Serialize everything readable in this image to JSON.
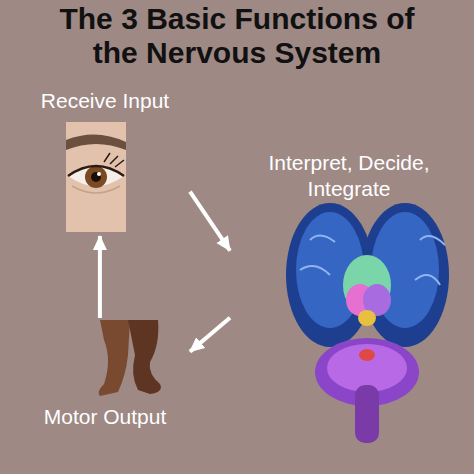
{
  "diagram": {
    "title": "The 3 Basic Functions of the Nervous System",
    "nodes": [
      {
        "text": [
          "Receive Input"
        ]
      },
      {
        "text": [
          "Interpret, Decide, Integrate"
        ]
      },
      {
        "text": [
          "Motor Output"
        ]
      }
    ],
    "edges": [
      {
        "from": 0,
        "to": 1,
        "arrow": "to"
      },
      {
        "from": 1,
        "to": 2,
        "arrow": "to"
      },
      {
        "from": 2,
        "to": 0,
        "arrow": "to"
      }
    ]
  }
}
